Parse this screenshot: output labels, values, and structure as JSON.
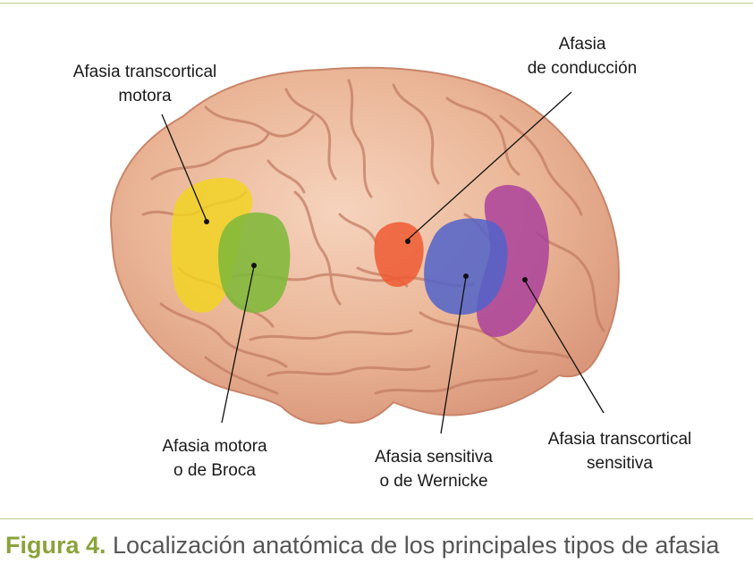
{
  "colors": {
    "motora_transcortical": "#f2d41e",
    "broca": "#7fb83a",
    "conduccion": "#ef5a33",
    "wernicke": "#5163c9",
    "sensitiva_transcortical": "#a83d9b",
    "accent": "#8aa33b"
  },
  "labels": {
    "transcortical_motora": [
      "Afasia transcortical",
      "motora"
    ],
    "conduccion": [
      "Afasia",
      "de conducción"
    ],
    "broca": [
      "Afasia motora",
      "o de Broca"
    ],
    "wernicke": [
      "Afasia sensitiva",
      "o de Wernicke"
    ],
    "transcortical_sensitiva": [
      "Afasia transcortical",
      "sensitiva"
    ]
  },
  "caption": {
    "figure_label": "Figura 4.",
    "text": " Localización anatómica de los principales tipos de afasia"
  }
}
